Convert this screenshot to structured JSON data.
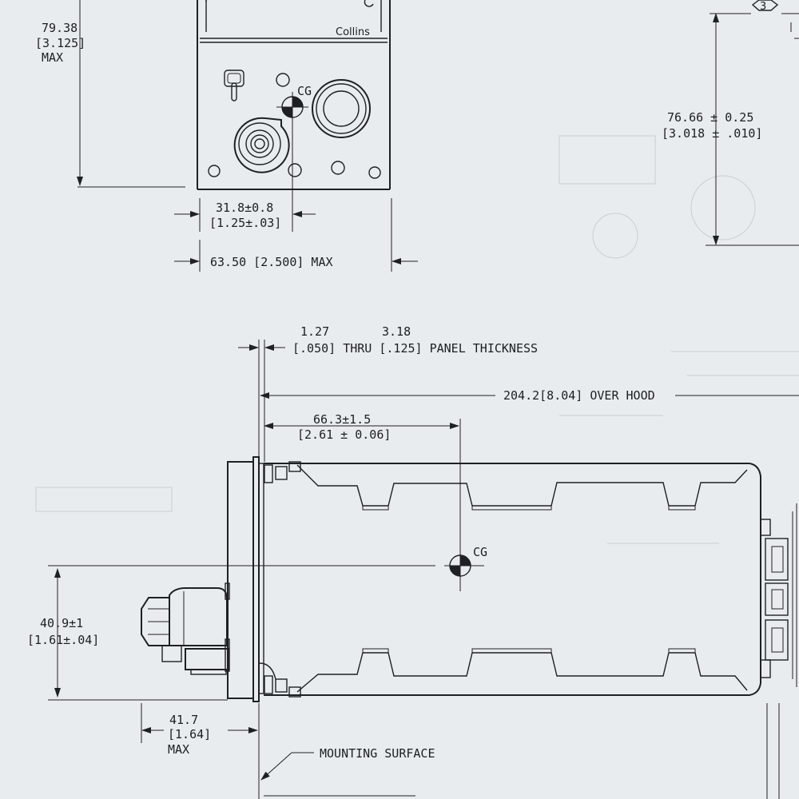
{
  "top_view": {
    "brand": "Collins",
    "cg_label": "CG",
    "height_mm": "79.38",
    "height_in": "[3.125]",
    "height_max": "MAX",
    "cg_offset_mm": "31.8±0.8",
    "cg_offset_in": "[1.25±.03]",
    "width_label": "63.50 [2.500] MAX"
  },
  "right_view": {
    "callout_number": "3",
    "height_mm": "76.66 ± 0.25",
    "height_in": "[3.018 ± .010]"
  },
  "side_view": {
    "panel_min_mm": "1.27",
    "panel_max_mm": "3.18",
    "panel_label": "[.050] THRU [.125] PANEL THICKNESS",
    "over_hood": "204.2[8.04] OVER HOOD",
    "cg_long_mm": "66.3±1.5",
    "cg_long_in": "[2.61 ± 0.06]",
    "cg_label": "CG",
    "cg_height_mm": "40.9±1",
    "cg_height_in": "[1.61±.04]",
    "rear_mm": "41.7",
    "rear_in": "[1.64]",
    "rear_max": "MAX",
    "mounting_surface": "MOUNTING SURFACE"
  }
}
